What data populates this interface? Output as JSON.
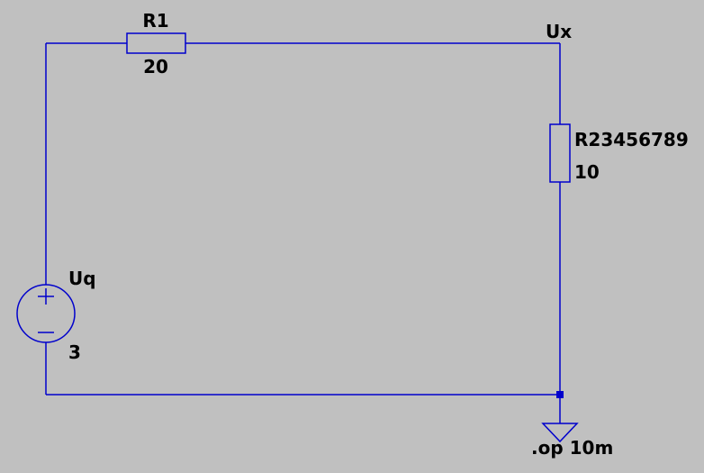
{
  "colors": {
    "background": "#c0c0c0",
    "wire": "#0000cc",
    "text": "#000000"
  },
  "components": {
    "r1": {
      "name": "R1",
      "value": "20"
    },
    "r2": {
      "name": "R23456789",
      "value": "10"
    },
    "source": {
      "name": "Uq",
      "value": "3"
    }
  },
  "net_labels": {
    "ux": "Ux"
  },
  "directive": ".op 10m"
}
